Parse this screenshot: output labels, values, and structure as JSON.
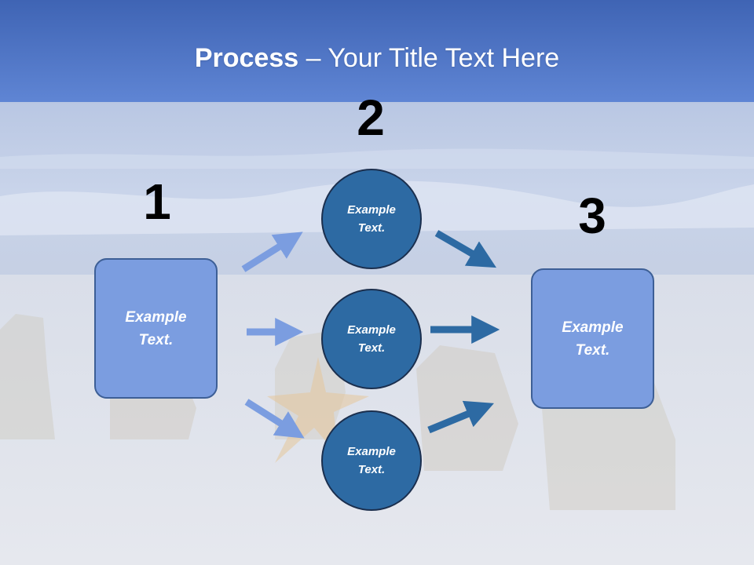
{
  "title": {
    "bold": "Process",
    "rest": " – Your Title Text Here"
  },
  "steps": [
    {
      "number": "1"
    },
    {
      "number": "2"
    },
    {
      "number": "3"
    }
  ],
  "boxes": {
    "left": "Example\nText.",
    "right": "Example\nText."
  },
  "circles": [
    {
      "text": "Example\nText."
    },
    {
      "text": "Example\nText."
    },
    {
      "text": "Example\nText."
    }
  ],
  "colors": {
    "box_fill": "#7b9de0",
    "circle_fill": "#2d6aa3",
    "arrow_light": "#7b9de0",
    "arrow_dark": "#2d6aa3"
  }
}
